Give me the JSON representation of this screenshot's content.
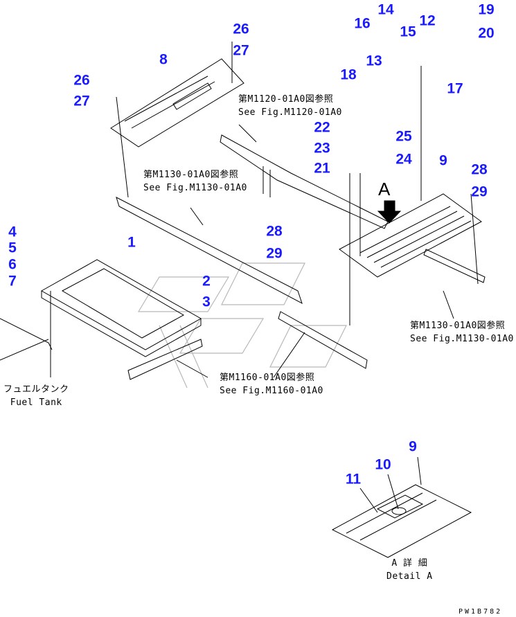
{
  "callouts": [
    "26",
    "27",
    "8",
    "26",
    "27",
    "16",
    "14",
    "15",
    "12",
    "19",
    "20",
    "13",
    "18",
    "17",
    "22",
    "25",
    "23",
    "24",
    "21",
    "9",
    "28",
    "29",
    "28",
    "29",
    "1",
    "4",
    "5",
    "6",
    "7",
    "2",
    "3",
    "9",
    "10",
    "11"
  ],
  "references": {
    "m1120": {
      "jp": "第M1120-01A0図参照",
      "en": "See Fig.M1120-01A0"
    },
    "m1130_left": {
      "jp": "第M1130-01A0図参照",
      "en": "See Fig.M1130-01A0"
    },
    "m1130_right": {
      "jp": "第M1130-01A0図参照",
      "en": "See Fig.M1130-01A0"
    },
    "m1160": {
      "jp": "第M1160-01A0図参照",
      "en": "See Fig.M1160-01A0"
    },
    "fuel_tank": {
      "jp": "フュエルタンク",
      "en": "Fuel Tank"
    },
    "detail": {
      "jp": "A 詳 細",
      "en": "Detail A"
    }
  },
  "view_marker": "A",
  "drawing_code": "PW1B782",
  "colors": {
    "callout": "#1a1aff",
    "line": "#000000",
    "watermark": "#b0b0b0"
  }
}
